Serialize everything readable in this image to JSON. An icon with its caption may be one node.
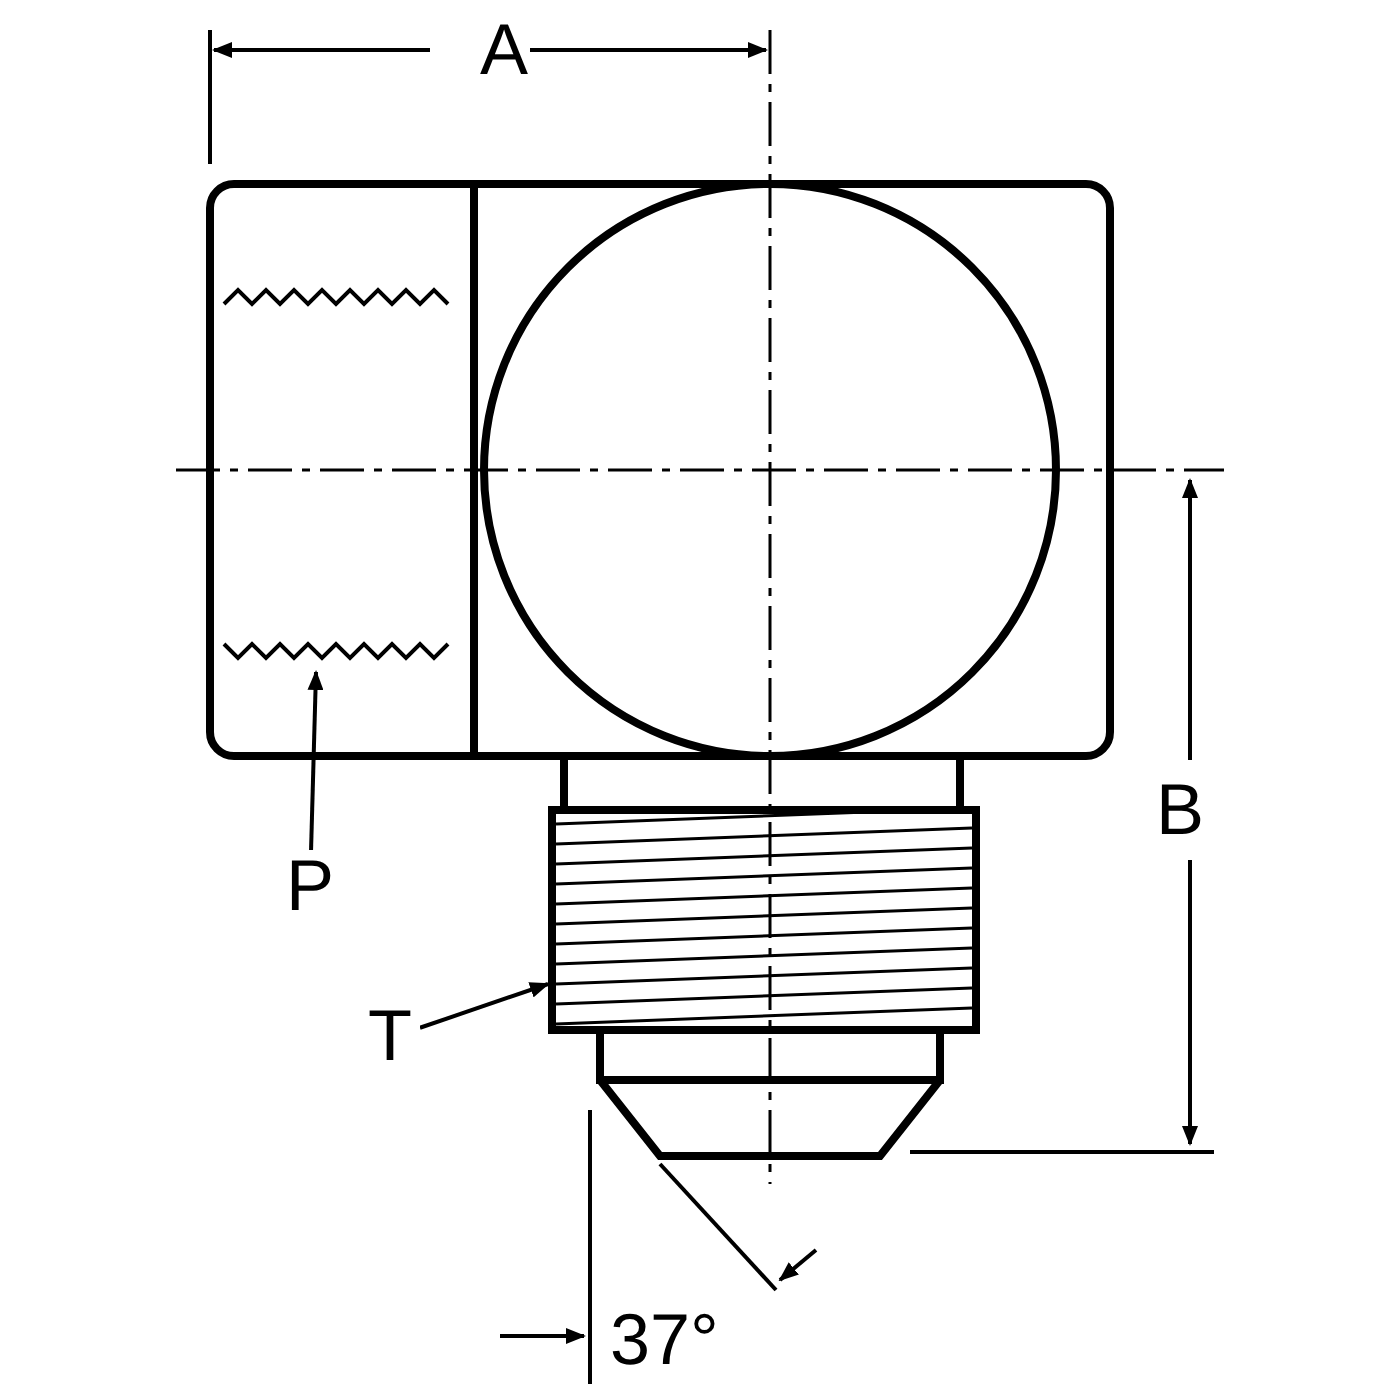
{
  "diagram": {
    "nodes": [
      {
        "text": [
          "P"
        ]
      },
      {
        "text": [
          "T"
        ]
      }
    ],
    "edges": [
      {
        "from": 0,
        "to": null,
        "arrow": "to"
      },
      {
        "from": 1,
        "to": null,
        "arrow": "to"
      }
    ],
    "labels": [
      "A",
      "B",
      "37°"
    ]
  }
}
